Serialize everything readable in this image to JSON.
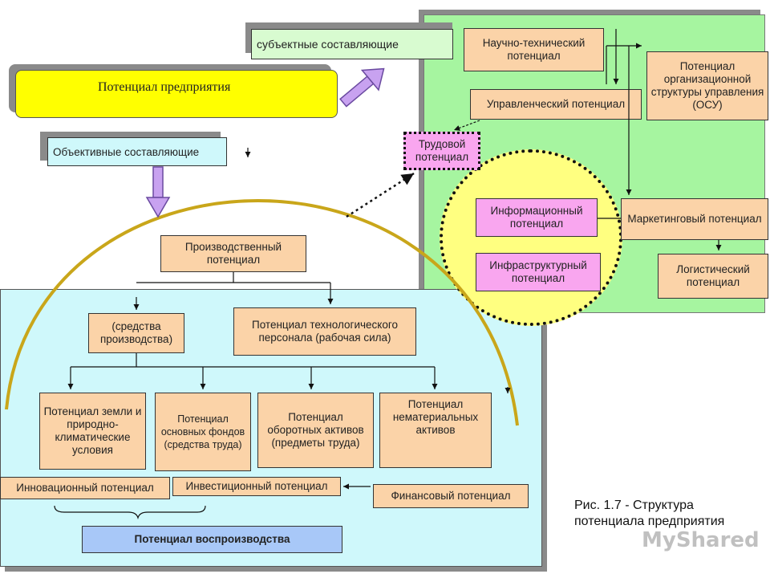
{
  "title": "Потенциал предприятия",
  "subjective": "субъектные составляющие",
  "objective": "Объективные составляющие",
  "nodes": {
    "scientific": "Научно-технический потенциал",
    "managerial": "Управленческий потенциал",
    "osu": "Потенциал организационной структуры управления (ОСУ)",
    "labor": "Трудовой потенциал",
    "information": "Информационный потенциал",
    "infrastructure": "Инфраструктурный потенциал",
    "marketing": "Маркетинговый потенциал",
    "logistics": "Логистический потенциал",
    "production": "Производственный потенциал",
    "means": "(средства производства)",
    "tech_staff": "Потенциал технологического персонала (рабочая сила)",
    "land": "Потенциал земли и природно-климатические условия",
    "fixed_assets": "Потенциал основных фондов (средства труда)",
    "current_assets": "Потенциал оборотных активов (предметы труда)",
    "intangible": "Потенциал нематериальных активов",
    "innovation": "Инновационный потенциал",
    "investment": "Инвестиционный потенциал",
    "financial": "Финансовый потенциал",
    "reproduction": "Потенциал воспроизводства"
  },
  "caption": "Рис. 1.7 - Структура потенциала предприятия",
  "watermark": "MyShared",
  "colors": {
    "green_panel": "#a6f5a0",
    "cyan_panel": "#cff8fb",
    "yellow_title": "#ffff00",
    "peach_box": "#fbd3a8",
    "pink_box": "#f9a6ef",
    "circle": "#ffff80",
    "arc": "#c9a61a",
    "arrow_fill": "#c8a2f0",
    "reproduction_box": "#a8c8f8"
  }
}
